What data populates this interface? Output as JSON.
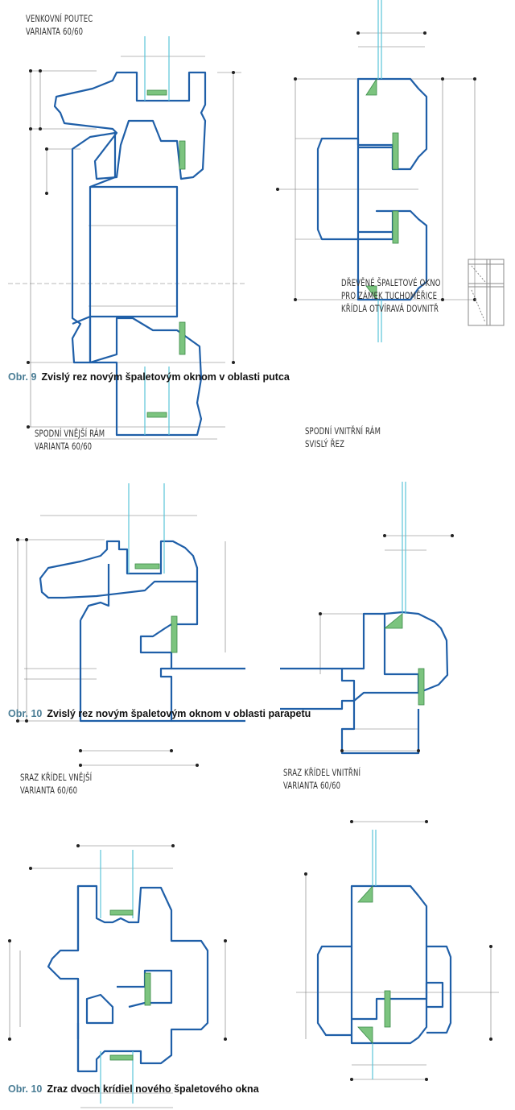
{
  "figures": [
    {
      "number": "Obr. 9",
      "caption": "Zvislý rez novým špaletovým oknom v oblasti putca",
      "drawing_left": {
        "line1": "VENKOVNÍ POUTEC",
        "line2": "VARIANTA 60/60"
      },
      "drawing_right": {
        "line1": "DŘEVĚNÉ ŠPALETOVÉ OKNO",
        "line2": "PRO ZÁMEK TUCHOMĚŘICE",
        "line3": "KŘÍDLA OTVÍRAVÁ DOVNITŘ"
      }
    },
    {
      "number": "Obr. 10",
      "caption": "Zvislý rez novým špaletovým oknom v oblasti parapetu",
      "drawing_left": {
        "line1": "SPODNÍ VNĚJŠÍ RÁM",
        "line2": "VARIANTA 60/60"
      },
      "drawing_right": {
        "line1": "SPODNÍ VNITŘNÍ RÁM",
        "line2": "SVISLÝ ŘEZ"
      }
    },
    {
      "number": "Obr. 10",
      "caption": "Zraz dvoch krídiel nového špaletového okna",
      "drawing_left": {
        "line1": "SRAZ KŘÍDEL  VNĚJŠÍ",
        "line2": "VARIANTA 60/60"
      },
      "drawing_right": {
        "line1": "SRAZ KŘÍDEL  VNITŘNÍ",
        "line2": "VARIANTA 60/60"
      }
    }
  ],
  "colors": {
    "profile": "#1f5fa8",
    "glass": "#5bc4d8",
    "seal": "#7cc47f",
    "dim": "#555555",
    "caption_number": "#4a7d95"
  }
}
